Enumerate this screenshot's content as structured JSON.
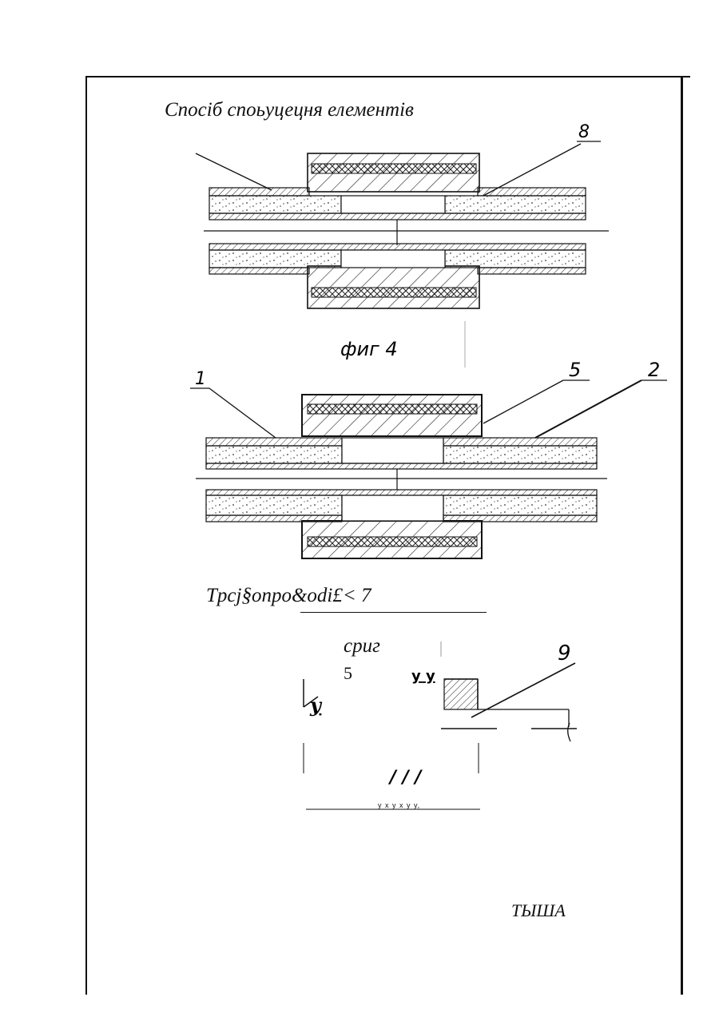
{
  "title": "Спосіб споьуцецня елементів",
  "figures": {
    "fig4_label": "фиг 4",
    "fig4_callout": "8",
    "fig_lower_callouts": [
      "1",
      "5",
      "2"
    ],
    "caption": "Tpcj§onpo&odi£< 7",
    "fig5_label_line1": "сриг",
    "fig5_label_line2": "5",
    "fig5_callout": "9",
    "fig5_marks_top": "у у",
    "fig5_mark_left": "у",
    "fig5_marks_mid": "/ / /",
    "fig5_marks_bottom": "у х у    х у у,"
  },
  "footer": "ТЫША"
}
